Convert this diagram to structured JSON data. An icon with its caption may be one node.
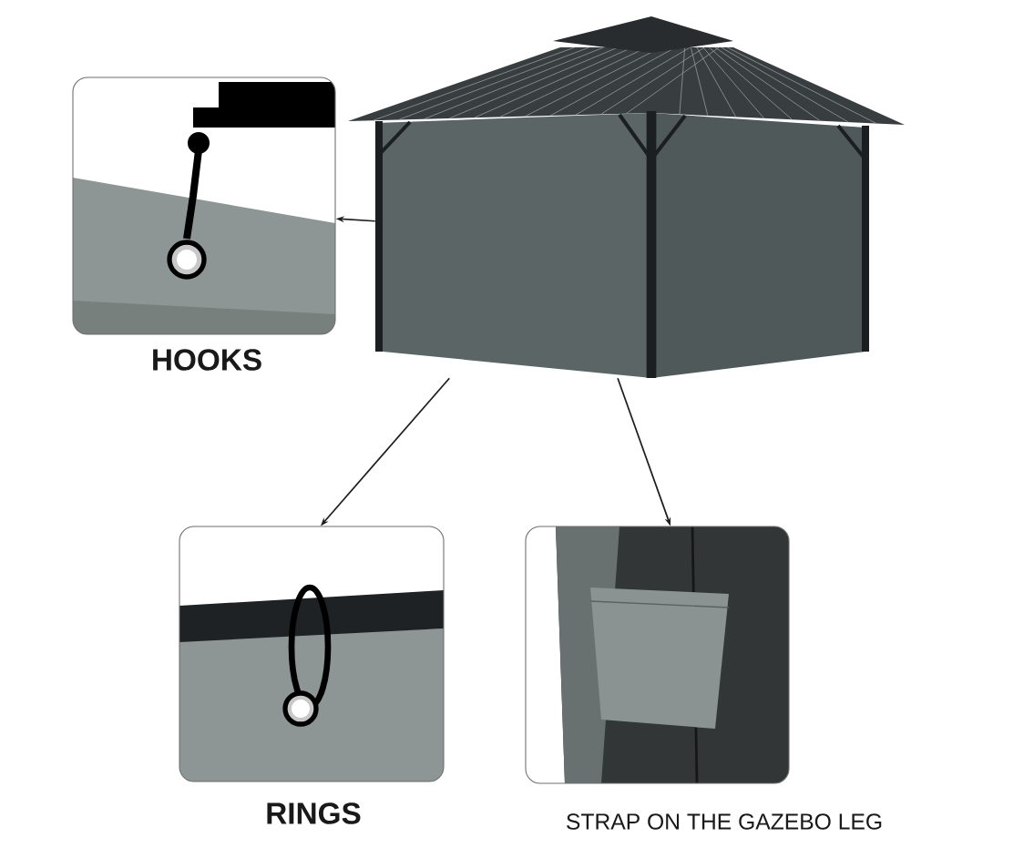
{
  "diagram": {
    "nodes": [
      {
        "text": [],
        "shape": "picture"
      },
      {
        "text": [
          "HOOKS"
        ]
      },
      {
        "text": [
          "RINGS"
        ]
      },
      {
        "text": [
          "STRAP ON THE GAZEBO LEG"
        ]
      }
    ],
    "edges": [
      {
        "from": 0,
        "to": 1,
        "arrow": "to"
      },
      {
        "from": 0,
        "to": 2,
        "arrow": "to"
      },
      {
        "from": 0,
        "to": 3,
        "arrow": "to"
      }
    ]
  }
}
